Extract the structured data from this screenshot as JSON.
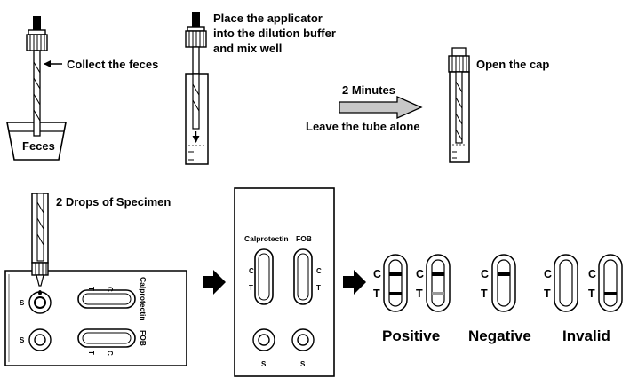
{
  "steps": {
    "collect": "Collect the feces",
    "feces": "Feces",
    "place_line1": "Place the applicator",
    "place_line2": "into the dilution buffer",
    "place_line3": "and mix well",
    "two_minutes": "2 Minutes",
    "leave_tube": "Leave the tube alone",
    "open_cap": "Open the cap",
    "drops": "2 Drops of Specimen"
  },
  "cassette": {
    "calprotectin": "Calprotectin",
    "fob": "FOB",
    "c": "C",
    "t": "T",
    "s": "S"
  },
  "results": {
    "positive": "Positive",
    "negative": "Negative",
    "invalid": "Invalid",
    "c": "C",
    "t": "T"
  }
}
